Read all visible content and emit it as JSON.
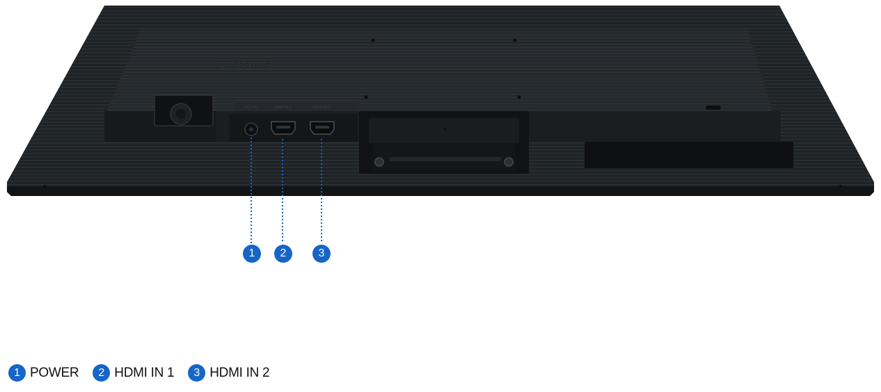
{
  "monitor": {
    "brand_text": "SAMSUNG",
    "port_labels": [
      "DC 14V",
      "HDMI IN 1",
      "HDMI IN 2"
    ]
  },
  "callouts": [
    {
      "number": "1",
      "color": "#1665c7"
    },
    {
      "number": "2",
      "color": "#1665c7"
    },
    {
      "number": "3",
      "color": "#1665c7"
    }
  ],
  "legend": [
    {
      "number": "1",
      "label": "POWER"
    },
    {
      "number": "2",
      "label": "HDMI IN 1"
    },
    {
      "number": "3",
      "label": "HDMI IN 2"
    }
  ]
}
